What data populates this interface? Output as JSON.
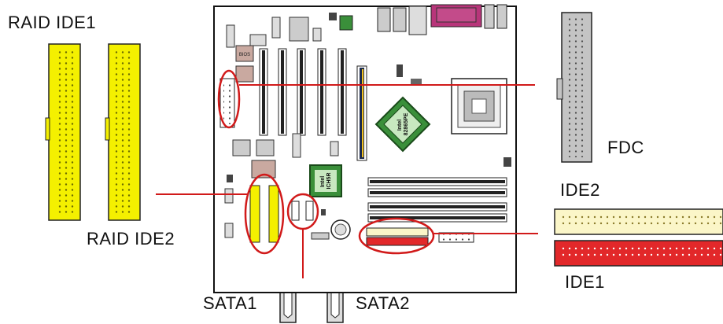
{
  "labels": {
    "raid_ide1": "RAID IDE1",
    "raid_ide2": "RAID IDE2",
    "fdc": "FDC",
    "ide2": "IDE2",
    "ide1": "IDE1",
    "sata1": "SATA1",
    "sata2": "SATA2"
  },
  "chips": {
    "northbridge_line1": "Intel",
    "northbridge_line2": "82865PE",
    "southbridge_line1": "Intel",
    "southbridge_line2": "ICH5R",
    "bios": "BIOS"
  },
  "colors": {
    "raid_connector": "#f4f000",
    "ide2_connector": "#fbf6c8",
    "ide1_connector": "#e2282a",
    "fdc_connector": "#c4c4c4",
    "callout": "#d11a1a",
    "chip_green": "#3a8f3a"
  }
}
